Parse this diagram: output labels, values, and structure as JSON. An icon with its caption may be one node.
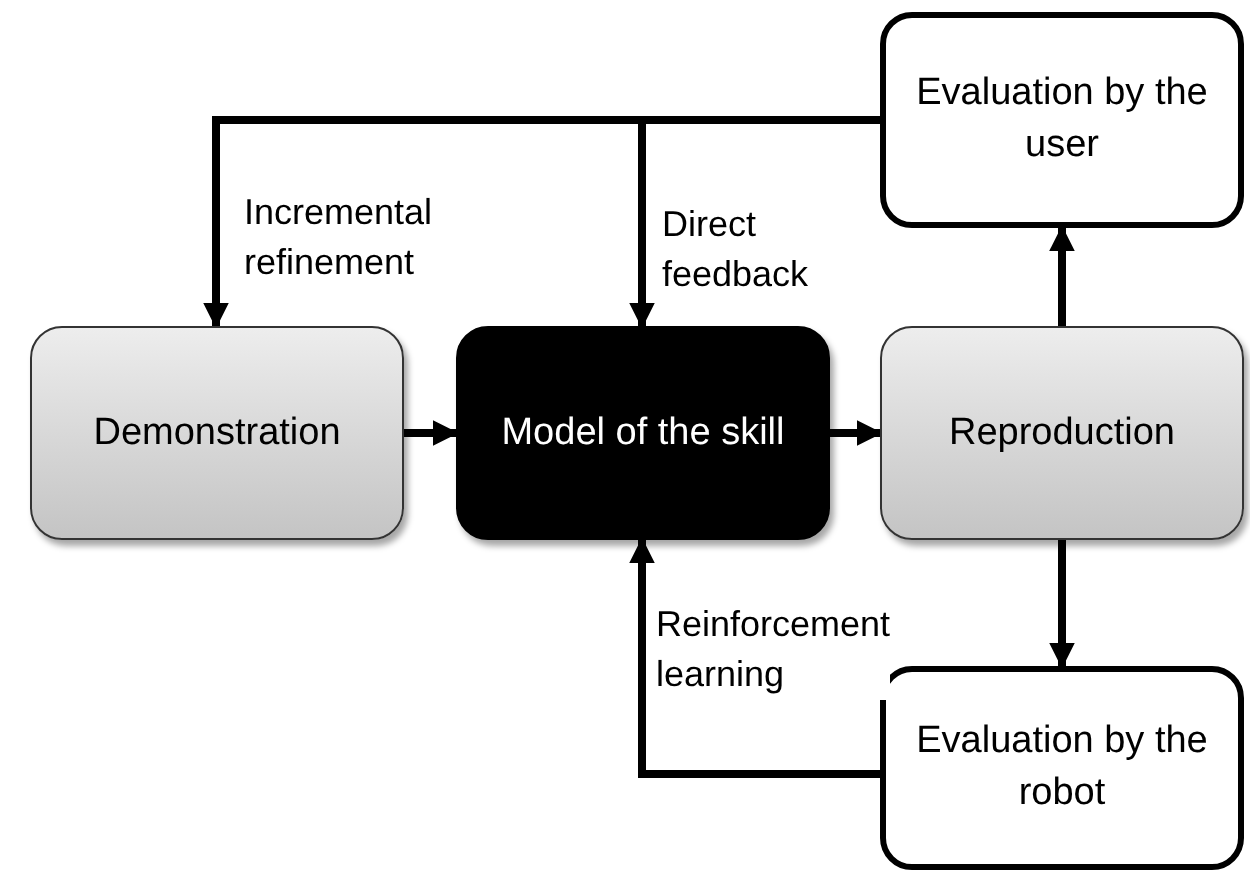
{
  "diagram": {
    "nodes": [
      {
        "text": [
          "Evaluation by the user"
        ]
      },
      {
        "text": [
          "Demonstration"
        ]
      },
      {
        "text": [
          "Model of the skill"
        ]
      },
      {
        "text": [
          "Reproduction"
        ]
      },
      {
        "text": [
          "Evaluation by the robot"
        ]
      }
    ],
    "edges": [
      {
        "from": 0,
        "to": 1,
        "arrow": "to",
        "label": "Incremental refinement"
      },
      {
        "from": 0,
        "to": 2,
        "arrow": "to",
        "label": "Direct feedback"
      },
      {
        "from": 1,
        "to": 2,
        "arrow": "to"
      },
      {
        "from": 2,
        "to": 3,
        "arrow": "to"
      },
      {
        "from": 3,
        "to": 0,
        "arrow": "to"
      },
      {
        "from": 3,
        "to": 4,
        "arrow": "to"
      },
      {
        "from": 4,
        "to": 2,
        "arrow": "to",
        "label": "Reinforcement learning"
      }
    ]
  }
}
